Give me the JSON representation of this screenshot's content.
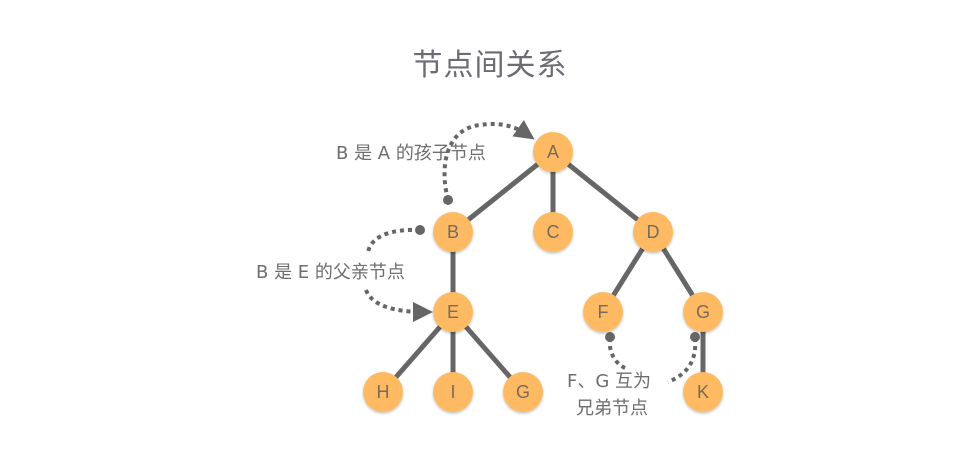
{
  "title": "节点间关系",
  "colors": {
    "node_fill": "#FDBA63",
    "edge": "#666666",
    "annotation": "#666666",
    "title_text": "#6b6b73"
  },
  "nodes": [
    {
      "id": "A",
      "label": "A"
    },
    {
      "id": "B",
      "label": "B"
    },
    {
      "id": "C",
      "label": "C"
    },
    {
      "id": "D",
      "label": "D"
    },
    {
      "id": "E",
      "label": "E"
    },
    {
      "id": "F",
      "label": "F"
    },
    {
      "id": "G1",
      "label": "G"
    },
    {
      "id": "H",
      "label": "H"
    },
    {
      "id": "I",
      "label": "I"
    },
    {
      "id": "G2",
      "label": "G"
    },
    {
      "id": "K",
      "label": "K"
    }
  ],
  "edges": [
    [
      "A",
      "B"
    ],
    [
      "A",
      "C"
    ],
    [
      "A",
      "D"
    ],
    [
      "B",
      "E"
    ],
    [
      "D",
      "F"
    ],
    [
      "D",
      "G1"
    ],
    [
      "E",
      "H"
    ],
    [
      "E",
      "I"
    ],
    [
      "E",
      "G2"
    ],
    [
      "G1",
      "K"
    ]
  ],
  "annotations": {
    "child": "B 是 A 的孩子节点",
    "parent": "B 是 E 的父亲节点",
    "sibling_line1": "F、G 互为",
    "sibling_line2": "兄弟节点"
  }
}
